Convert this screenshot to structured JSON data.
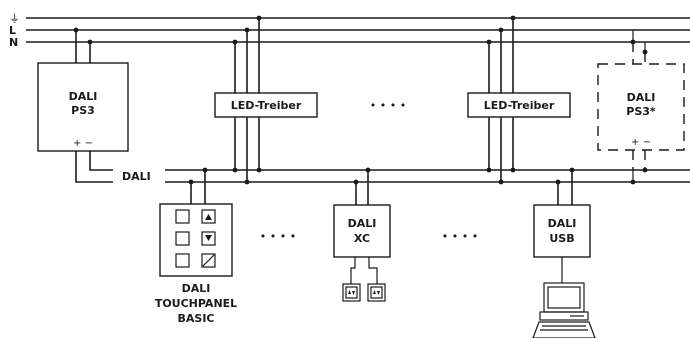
{
  "rails": {
    "pe": "⏚",
    "l": "L",
    "n": "N"
  },
  "bus_label": "DALI",
  "ps3": {
    "line1": "DALI",
    "line2": "PS3",
    "terminals": "+ −"
  },
  "ps3_optional": {
    "line1": "DALI",
    "line2": "PS3*",
    "terminals": "+ −"
  },
  "led_driver_left": "LED-Treiber",
  "led_driver_right": "LED-Treiber",
  "ellipsis": "• • • •",
  "touchpanel": {
    "line1": "DALI",
    "line2": "TOUCHPANEL",
    "line3": "BASIC"
  },
  "xc": {
    "line1": "DALI",
    "line2": "XC"
  },
  "usb": {
    "line1": "DALI",
    "line2": "USB"
  },
  "icons": [
    "earth-icon",
    "button-icon",
    "arrow-up-icon",
    "arrow-down-icon",
    "slider-icon",
    "switch-icon",
    "computer-icon"
  ]
}
